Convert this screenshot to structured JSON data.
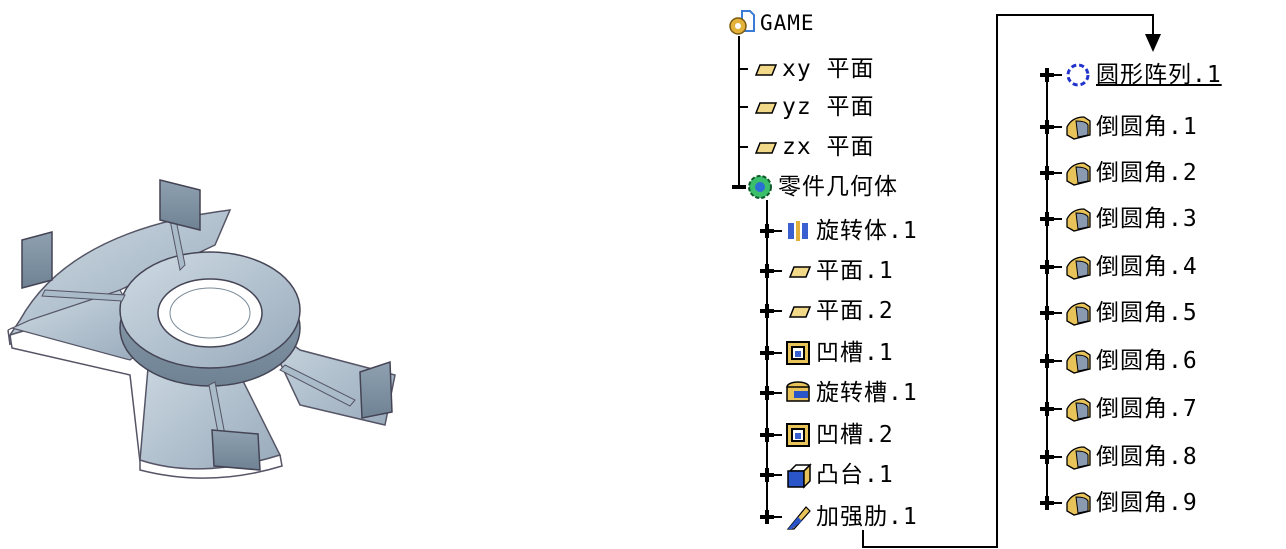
{
  "root": {
    "label": "GAME",
    "icon": "product-gear-icon"
  },
  "planes": [
    {
      "label": "xy 平面",
      "icon": "plane-icon"
    },
    {
      "label": "yz 平面",
      "icon": "plane-icon"
    },
    {
      "label": "zx 平面",
      "icon": "plane-icon"
    }
  ],
  "body": {
    "label": "零件几何体",
    "icon": "body-gear-icon",
    "expanded": true
  },
  "features": [
    {
      "label": "旋转体.1",
      "icon": "shaft-icon"
    },
    {
      "label": "平面.1",
      "icon": "plane-icon"
    },
    {
      "label": "平面.2",
      "icon": "plane-icon"
    },
    {
      "label": "凹槽.1",
      "icon": "pocket-icon"
    },
    {
      "label": "旋转槽.1",
      "icon": "groove-icon"
    },
    {
      "label": "凹槽.2",
      "icon": "pocket-icon"
    },
    {
      "label": "凸台.1",
      "icon": "pad-icon"
    },
    {
      "label": "加强肋.1",
      "icon": "stiffener-icon"
    }
  ],
  "features_continued": [
    {
      "label": "圆形阵列.1",
      "icon": "circular-pattern-icon",
      "underlined": true
    },
    {
      "label": "倒圆角.1",
      "icon": "edge-fillet-icon"
    },
    {
      "label": "倒圆角.2",
      "icon": "edge-fillet-icon"
    },
    {
      "label": "倒圆角.3",
      "icon": "edge-fillet-icon"
    },
    {
      "label": "倒圆角.4",
      "icon": "edge-fillet-icon"
    },
    {
      "label": "倒圆角.5",
      "icon": "edge-fillet-icon"
    },
    {
      "label": "倒圆角.6",
      "icon": "edge-fillet-icon"
    },
    {
      "label": "倒圆角.7",
      "icon": "edge-fillet-icon"
    },
    {
      "label": "倒圆角.8",
      "icon": "edge-fillet-icon"
    },
    {
      "label": "倒圆角.9",
      "icon": "edge-fillet-icon"
    }
  ],
  "colors": {
    "part_fill": "#b9c8d4",
    "part_shadow": "#7f90a0",
    "plane_fill": "#f2d98a",
    "fillet_fill": "#e8c35a",
    "pattern_blue": "#2233cc"
  }
}
